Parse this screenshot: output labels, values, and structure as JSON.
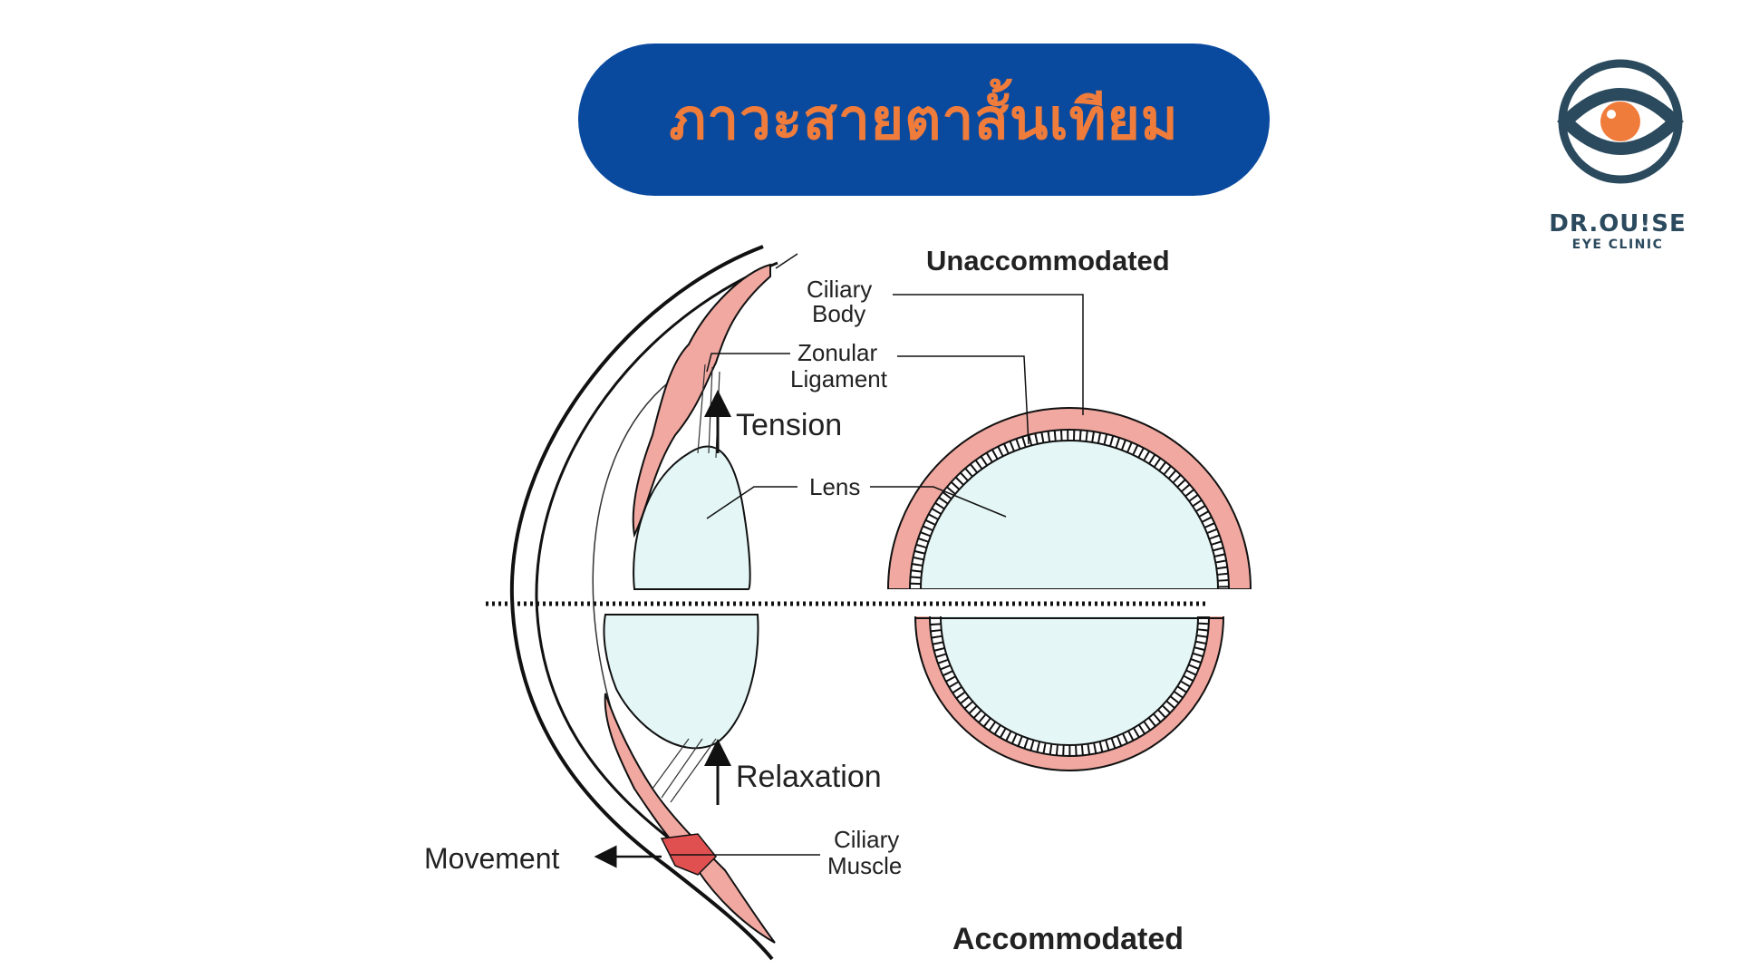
{
  "header": {
    "title": "ภาวะสายตาสั้นเทียม"
  },
  "logo": {
    "brand": "DR.OU!SE",
    "subtitle": "EYE CLINIC",
    "icon": "eye-icon"
  },
  "diagram": {
    "state_top": "Unaccommodated",
    "state_bottom": "Accommodated",
    "labels": {
      "ciliary_body_1": "Ciliary",
      "ciliary_body_2": "Body",
      "zonular_1": "Zonular",
      "zonular_2": "Ligament",
      "tension": "Tension",
      "lens": "Lens",
      "relaxation": "Relaxation",
      "movement": "Movement",
      "ciliary_muscle_1": "Ciliary",
      "ciliary_muscle_2": "Muscle"
    }
  },
  "colors": {
    "pill": "#0a4a9e",
    "title": "#f07c3b",
    "muscle": "#f0a8a0",
    "muscle_dark": "#e05050",
    "lens": "#e4f6f6",
    "logo_ring": "#2b4a5e",
    "logo_iris": "#f07c3b"
  }
}
